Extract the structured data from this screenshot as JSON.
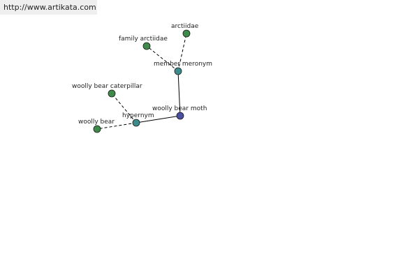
{
  "watermark": {
    "url": "http://www.artikata.com"
  },
  "colors": {
    "leaf_node": "#3f8a4a",
    "relation_node": "#3c8c8c",
    "center_node": "#4a4fa0",
    "edge": "#000000"
  },
  "graph": {
    "nodes": [
      {
        "id": "center",
        "label": "woolly bear moth",
        "kind": "center"
      },
      {
        "id": "hypernym",
        "label": "hypernym",
        "kind": "relation"
      },
      {
        "id": "meronym",
        "label": "member meronym",
        "kind": "relation"
      },
      {
        "id": "arctiidae",
        "label": "arctiidae",
        "kind": "leaf"
      },
      {
        "id": "family",
        "label": "family arctiidae",
        "kind": "leaf"
      },
      {
        "id": "caterpillar",
        "label": "woolly bear caterpillar",
        "kind": "leaf"
      },
      {
        "id": "bear",
        "label": "woolly bear",
        "kind": "leaf"
      }
    ],
    "edges": [
      {
        "from": "center",
        "to": "hypernym",
        "style": "solid"
      },
      {
        "from": "center",
        "to": "meronym",
        "style": "solid"
      },
      {
        "from": "meronym",
        "to": "arctiidae",
        "style": "dashed"
      },
      {
        "from": "meronym",
        "to": "family",
        "style": "dashed"
      },
      {
        "from": "hypernym",
        "to": "caterpillar",
        "style": "dashed"
      },
      {
        "from": "hypernym",
        "to": "bear",
        "style": "dashed"
      }
    ]
  }
}
